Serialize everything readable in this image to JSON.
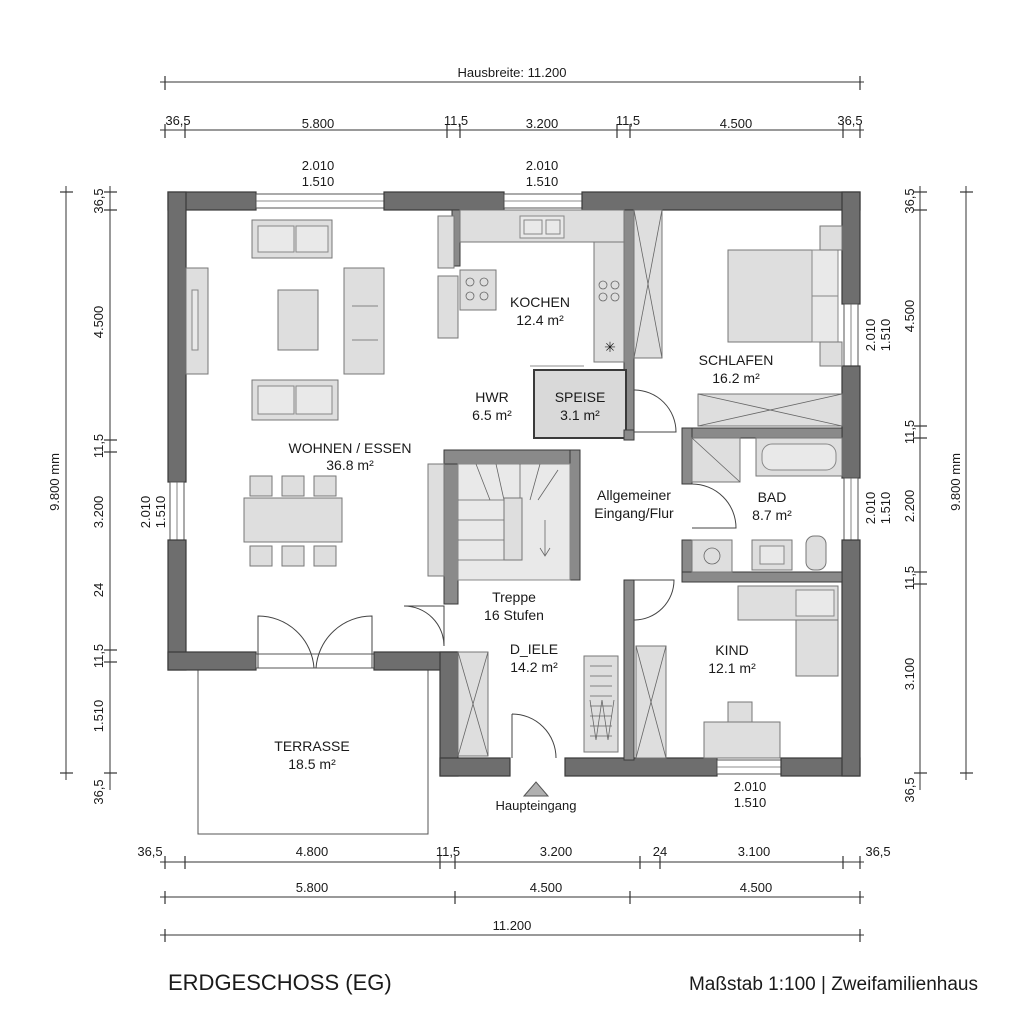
{
  "dimensions": {
    "house_width_label": "Hausbreite: 11.200",
    "top_segments": [
      "36,5",
      "5.800",
      "11,5",
      "3.200",
      "11,5",
      "4.500",
      "36,5"
    ],
    "window_top_left": [
      "2.010",
      "1.510"
    ],
    "window_top_mid": [
      "2.010",
      "1.510"
    ],
    "window_left": [
      "2.010",
      "1.510"
    ],
    "window_right_top": [
      "2.010",
      "1.510"
    ],
    "window_right_bad": [
      "2.010",
      "1.510"
    ],
    "window_bottom_right": [
      "2.010",
      "1.510"
    ],
    "left_segments": [
      "36,5",
      "4.500",
      "11,5",
      "3.200",
      "24",
      "11,5",
      "1.510",
      "36,5"
    ],
    "left_total": "9.800 mm",
    "right_segments": [
      "36,5",
      "4.500",
      "11,5",
      "2.200",
      "11,5",
      "3.100",
      "36,5"
    ],
    "right_total": "9.800 mm",
    "bottom_row1": [
      "36,5",
      "4.800",
      "11,5",
      "3.200",
      "24",
      "3.100",
      "36,5"
    ],
    "bottom_row2": [
      "5.800",
      "4.500",
      "4.500"
    ],
    "bottom_total": "11.200"
  },
  "rooms": {
    "wohnen": {
      "name": "WOHNEN / ESSEN",
      "area": "36.8 m²"
    },
    "kochen": {
      "name": "KOCHEN",
      "area": "12.4 m²"
    },
    "hwr": {
      "name": "HWR",
      "area": "6.5 m²"
    },
    "speise": {
      "name": "SPEISE",
      "area": "3.1 m²"
    },
    "schlafen": {
      "name": "SCHLAFEN",
      "area": "16.2 m²"
    },
    "flur": {
      "name1": "Allgemeiner",
      "name2": "Eingang/Flur"
    },
    "bad": {
      "name": "BAD",
      "area": "8.7 m²"
    },
    "treppe": {
      "name": "Treppe",
      "steps": "16 Stufen"
    },
    "diele": {
      "name": "D_IELE",
      "area": "14.2 m²"
    },
    "kind": {
      "name": "KIND",
      "area": "12.1 m²"
    },
    "terrasse": {
      "name": "TERRASSE",
      "area": "18.5 m²"
    }
  },
  "entrance_label": "Haupteingang",
  "footer": {
    "title": "ERDGESCHOSS (EG)",
    "scale": "Maßstab 1:100 | Zweifamilienhaus"
  }
}
